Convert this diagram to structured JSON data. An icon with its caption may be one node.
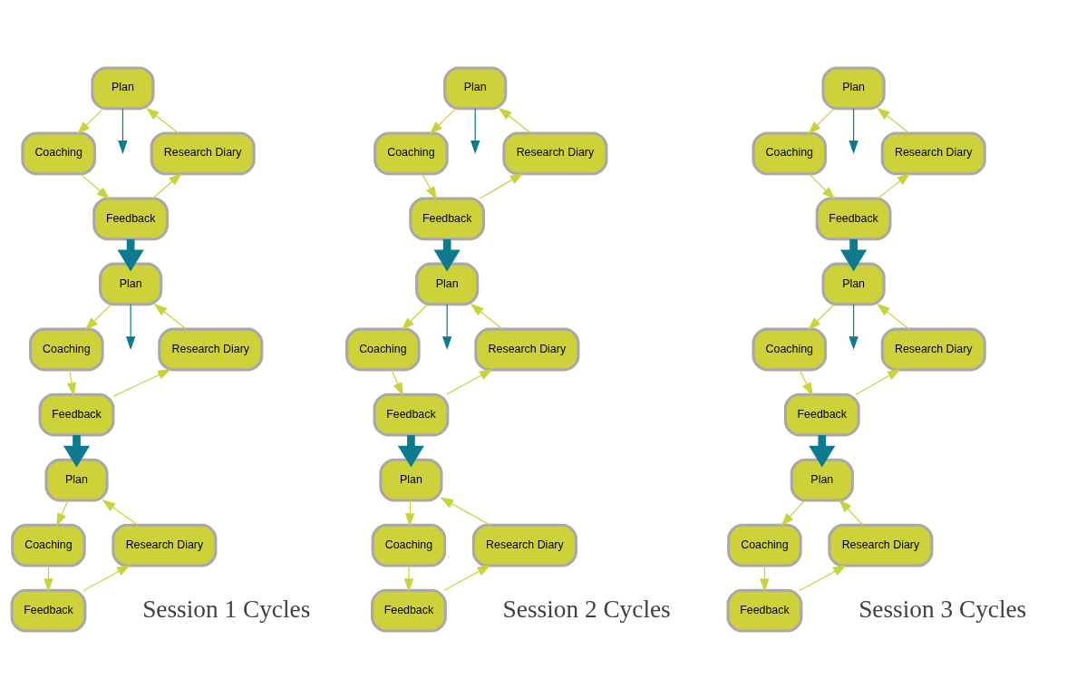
{
  "diagram": {
    "nodes": [
      {
        "text": [
          "Plan"
        ]
      },
      {
        "text": [
          "Research Diary"
        ]
      },
      {
        "text": [
          "Coaching"
        ]
      },
      {
        "text": [
          "Feedback"
        ]
      },
      {
        "text": [
          "Plan"
        ]
      },
      {
        "text": [
          "Research Diary"
        ]
      },
      {
        "text": [
          "Coaching"
        ]
      },
      {
        "text": [
          "Feedback"
        ]
      },
      {
        "text": [
          "Plan"
        ]
      },
      {
        "text": [
          "Research Diary"
        ]
      },
      {
        "text": [
          "Coaching"
        ]
      },
      {
        "text": [
          "Feedback"
        ]
      },
      {
        "text": [
          "Plan"
        ]
      },
      {
        "text": [
          "Research Diary"
        ]
      },
      {
        "text": [
          "Coaching"
        ]
      },
      {
        "text": [
          "Feedback"
        ]
      },
      {
        "text": [
          "Plan"
        ]
      },
      {
        "text": [
          "Research Diary"
        ]
      },
      {
        "text": [
          "Coaching"
        ]
      },
      {
        "text": [
          "Feedback"
        ]
      },
      {
        "text": [
          "Plan"
        ]
      },
      {
        "text": [
          "Research Diary"
        ]
      },
      {
        "text": [
          "Coaching"
        ]
      },
      {
        "text": [
          "Feedback"
        ]
      },
      {
        "text": [
          "Plan"
        ]
      },
      {
        "text": [
          "Research Diary"
        ]
      },
      {
        "text": [
          "Coaching"
        ]
      },
      {
        "text": [
          "Feedback"
        ]
      },
      {
        "text": [
          "Plan"
        ]
      },
      {
        "text": [
          "Research Diary"
        ]
      },
      {
        "text": [
          "Coaching"
        ]
      },
      {
        "text": [
          "Feedback"
        ]
      },
      {
        "text": [
          "Plan"
        ]
      },
      {
        "text": [
          "Research Diary"
        ]
      },
      {
        "text": [
          "Coaching"
        ]
      },
      {
        "text": [
          "Feedback"
        ]
      }
    ],
    "edges": [
      {
        "from": 0,
        "to": 2,
        "arrow": "to"
      },
      {
        "from": 2,
        "to": 3,
        "arrow": "to"
      },
      {
        "from": 3,
        "to": 1,
        "arrow": "to"
      },
      {
        "from": 1,
        "to": 0,
        "arrow": "to"
      },
      {
        "from": 0,
        "to": null,
        "arrow": "to",
        "color": "#0e7a8e"
      },
      {
        "from": 3,
        "to": 4,
        "arrow": "to",
        "style": "thick",
        "color": "#0e7a8e"
      },
      {
        "from": 4,
        "to": 6,
        "arrow": "to"
      },
      {
        "from": 6,
        "to": 7,
        "arrow": "to"
      },
      {
        "from": 7,
        "to": 5,
        "arrow": "to"
      },
      {
        "from": 5,
        "to": 4,
        "arrow": "to"
      },
      {
        "from": 4,
        "to": null,
        "arrow": "to",
        "color": "#0e7a8e"
      },
      {
        "from": 7,
        "to": 8,
        "arrow": "to",
        "style": "thick",
        "color": "#0e7a8e"
      },
      {
        "from": 8,
        "to": 10,
        "arrow": "to"
      },
      {
        "from": 10,
        "to": 11,
        "arrow": "to"
      },
      {
        "from": 11,
        "to": 9,
        "arrow": "to"
      },
      {
        "from": 9,
        "to": 8,
        "arrow": "to"
      },
      {
        "from": 12,
        "to": 14,
        "arrow": "to"
      },
      {
        "from": 14,
        "to": 15,
        "arrow": "to"
      },
      {
        "from": 15,
        "to": 13,
        "arrow": "to"
      },
      {
        "from": 13,
        "to": 12,
        "arrow": "to"
      },
      {
        "from": 12,
        "to": null,
        "arrow": "to",
        "color": "#0e7a8e"
      },
      {
        "from": 15,
        "to": 16,
        "arrow": "to",
        "style": "thick",
        "color": "#0e7a8e"
      },
      {
        "from": 16,
        "to": 18,
        "arrow": "to"
      },
      {
        "from": 18,
        "to": 19,
        "arrow": "to"
      },
      {
        "from": 19,
        "to": 17,
        "arrow": "to"
      },
      {
        "from": 17,
        "to": 16,
        "arrow": "to"
      },
      {
        "from": 16,
        "to": null,
        "arrow": "to",
        "color": "#0e7a8e"
      },
      {
        "from": 19,
        "to": 20,
        "arrow": "to",
        "style": "thick",
        "color": "#0e7a8e"
      },
      {
        "from": 20,
        "to": 22,
        "arrow": "to"
      },
      {
        "from": 22,
        "to": 23,
        "arrow": "to"
      },
      {
        "from": 23,
        "to": 21,
        "arrow": "to"
      },
      {
        "from": 21,
        "to": 20,
        "arrow": "to"
      },
      {
        "from": 24,
        "to": 26,
        "arrow": "to"
      },
      {
        "from": 26,
        "to": 27,
        "arrow": "to"
      },
      {
        "from": 27,
        "to": 25,
        "arrow": "to"
      },
      {
        "from": 25,
        "to": 24,
        "arrow": "to"
      },
      {
        "from": 24,
        "to": null,
        "arrow": "to",
        "color": "#0e7a8e"
      },
      {
        "from": 27,
        "to": 28,
        "arrow": "to",
        "style": "thick",
        "color": "#0e7a8e"
      },
      {
        "from": 28,
        "to": 30,
        "arrow": "to"
      },
      {
        "from": 30,
        "to": 31,
        "arrow": "to"
      },
      {
        "from": 31,
        "to": 29,
        "arrow": "to"
      },
      {
        "from": 29,
        "to": 28,
        "arrow": "to"
      },
      {
        "from": 28,
        "to": null,
        "arrow": "to",
        "color": "#0e7a8e"
      },
      {
        "from": 31,
        "to": 32,
        "arrow": "to",
        "style": "thick",
        "color": "#0e7a8e"
      },
      {
        "from": 32,
        "to": 34,
        "arrow": "to"
      },
      {
        "from": 34,
        "to": 35,
        "arrow": "to"
      },
      {
        "from": 35,
        "to": 33,
        "arrow": "to"
      },
      {
        "from": 33,
        "to": 32,
        "arrow": "to"
      }
    ],
    "labels": [
      "Session 1 Cycles",
      "Session 2 Cycles",
      "Session 3 Cycles"
    ]
  }
}
